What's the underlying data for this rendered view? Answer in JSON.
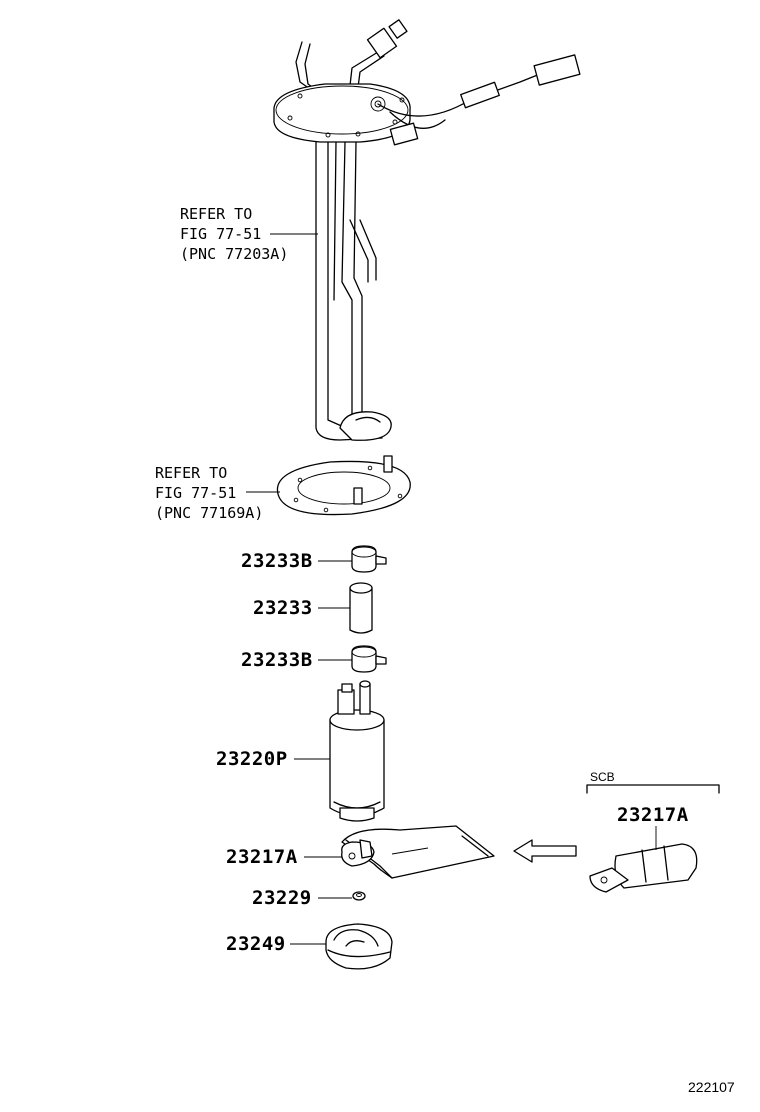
{
  "references": [
    {
      "line1": "REFER TO",
      "line2": "FIG 77-51",
      "line3": "(PNC 77203A)"
    },
    {
      "line1": "REFER TO",
      "line2": "FIG 77-51",
      "line3": "(PNC 77169A)"
    }
  ],
  "parts": [
    {
      "number": "23233B"
    },
    {
      "number": "23233"
    },
    {
      "number": "23233B"
    },
    {
      "number": "23220P"
    },
    {
      "number": "23217A"
    },
    {
      "number": "23229"
    },
    {
      "number": "23249"
    }
  ],
  "inset": {
    "tag": "SCB",
    "number": "23217A"
  },
  "figure_code": "222107"
}
